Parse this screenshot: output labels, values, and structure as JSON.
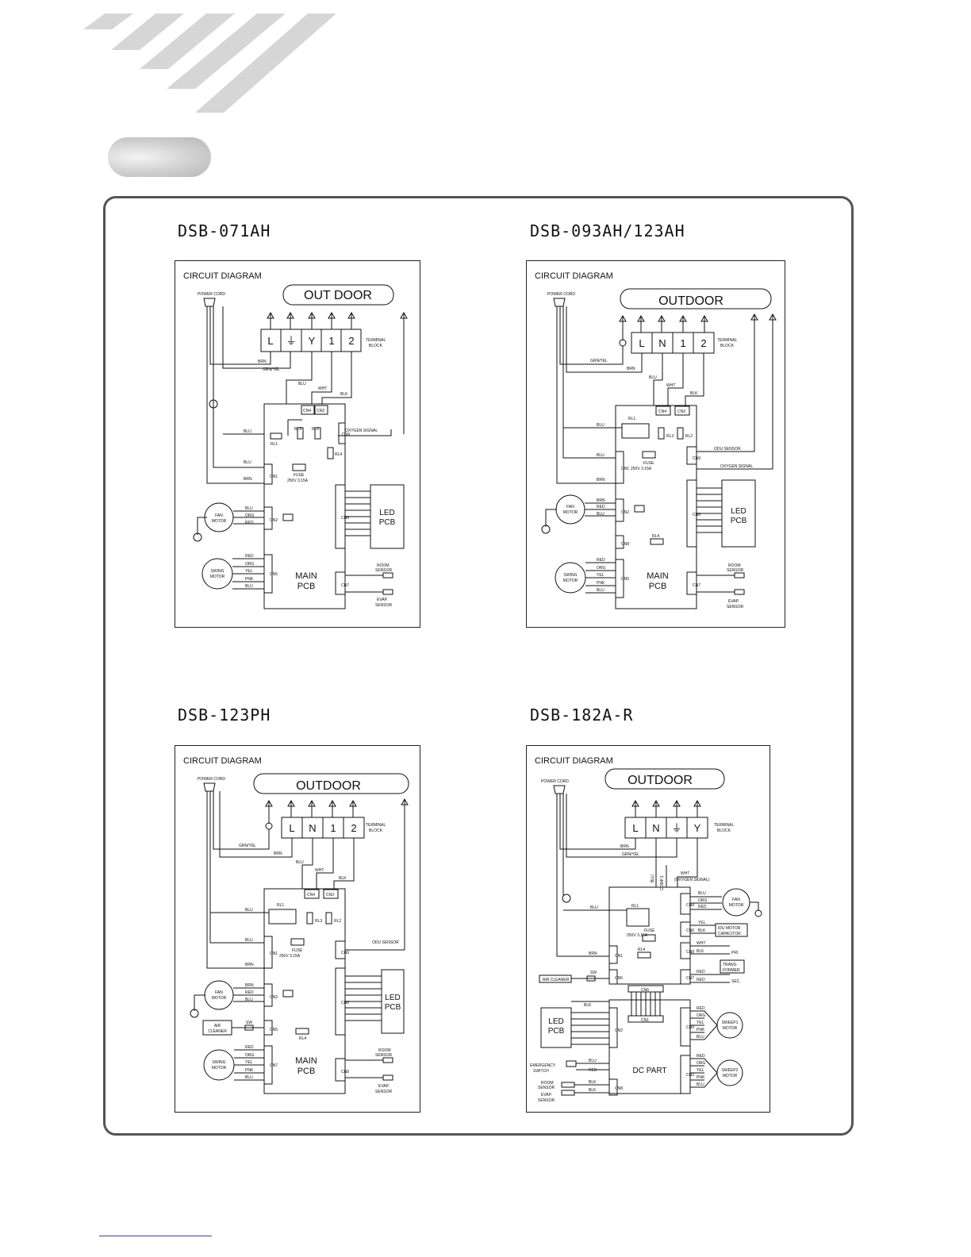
{
  "diagrams": [
    {
      "model": "DSB-071AH",
      "heading": "CIRCUIT DIAGRAM",
      "banner": "OUT DOOR",
      "terminals": [
        "L",
        "⏚",
        "Y",
        "1",
        "2"
      ],
      "terminal_label": [
        "TERMINAL",
        "BLOCK"
      ],
      "power_cord": "POWER CORD",
      "wires": [
        "BRN",
        "GRN/YEL",
        "BLU",
        "WHT",
        "BLK"
      ],
      "connectors": [
        "CN4",
        "CN3",
        "CN1",
        "CN2",
        "CN5",
        "CN6",
        "CN7",
        "CN9"
      ],
      "relays": [
        "RL1",
        "RL3",
        "RL2",
        "RL4"
      ],
      "fuse": [
        "FUSE",
        "250V 3.15A"
      ],
      "signal": "OXYGEN SIGNAL",
      "fan_motor": [
        "FAN",
        "MOTOR"
      ],
      "swing_motor": [
        "SWING",
        "MOTOR"
      ],
      "fan_wires": [
        "BLU",
        "ORG",
        "RED"
      ],
      "swing_wires": [
        "RED",
        "ORG",
        "YEL",
        "PNK",
        "BLU"
      ],
      "led": [
        "LED",
        "PCB"
      ],
      "main": [
        "MAIN",
        "PCB"
      ],
      "room_sensor": [
        "ROOM",
        "SENSOR"
      ],
      "evap_sensor": [
        "EVAP.",
        "SENSOR"
      ]
    },
    {
      "model": "DSB-093AH/123AH",
      "heading": "CIRCUIT DIAGRAM",
      "banner": "OUTDOOR",
      "terminals": [
        "L",
        "N",
        "1",
        "2"
      ],
      "terminal_label": [
        "TERMINAL",
        "BLOCK"
      ],
      "power_cord": "POWER CORD",
      "wires": [
        "GRN/YEL",
        "BRN",
        "BLU",
        "WHT",
        "BLK"
      ],
      "connectors": [
        "CN4",
        "CN3",
        "CN1",
        "CN2",
        "CN5",
        "CN6",
        "CN7",
        "CN8",
        "CN9"
      ],
      "relays": [
        "RL1",
        "RL3",
        "RL2",
        "RL4"
      ],
      "fuse": [
        "FUSE",
        "250V 3.15A"
      ],
      "odu_sensor": "ODU SENSOR",
      "signal": "OXYGEN SIGNAL",
      "fan_motor": [
        "FAN",
        "MOTOR"
      ],
      "swing_motor": [
        "SWING",
        "MOTOR"
      ],
      "fan_wires": [
        "BRN",
        "RED",
        "BLU"
      ],
      "swing_wires": [
        "RED",
        "ORG",
        "YEL",
        "PNK",
        "BLU"
      ],
      "led": [
        "LED",
        "PCB"
      ],
      "main": [
        "MAIN",
        "PCB"
      ],
      "room_sensor": [
        "ROOM",
        "SENSOR"
      ],
      "evap_sensor": [
        "EVAP.",
        "SENSOR"
      ]
    },
    {
      "model": "DSB-123PH",
      "heading": "CIRCUIT DIAGRAM",
      "banner": "OUTDOOR",
      "terminals": [
        "L",
        "N",
        "1",
        "2"
      ],
      "terminal_label": [
        "TERMINAL",
        "BLOCK"
      ],
      "power_cord": "POWER CORD",
      "wires": [
        "GRN/YEL",
        "BRN",
        "BLU",
        "WHT",
        "BLK"
      ],
      "connectors": [
        "CN4",
        "CN3",
        "CN1",
        "CN2",
        "CN5",
        "CN6",
        "CN7",
        "CN8",
        "CN9"
      ],
      "relays": [
        "RL1",
        "RL3",
        "RL2",
        "RL4"
      ],
      "fuse": [
        "FUSE",
        "250V 3.15A"
      ],
      "odu_sensor": "ODU SENSOR",
      "air_cleaner": [
        "AIR",
        "CLEANER"
      ],
      "sw": "SW",
      "fan_motor": [
        "FAN",
        "MOTOR"
      ],
      "swing_motor": [
        "SWING",
        "MOTOR"
      ],
      "fan_wires": [
        "BRN",
        "RED",
        "BLU"
      ],
      "swing_wires": [
        "RED",
        "ORG",
        "YEL",
        "PNK",
        "BLU"
      ],
      "led": [
        "LED",
        "PCB"
      ],
      "main": [
        "MAIN",
        "PCB"
      ],
      "room_sensor": [
        "ROOM",
        "SENSOR"
      ],
      "evap_sensor": [
        "EVAP.",
        "SENSOR"
      ]
    },
    {
      "model": "DSB-182A-R",
      "heading": "CIRCUIT DIAGRAM",
      "banner": "OUTDOOR",
      "terminals": [
        "L",
        "N",
        "⏚",
        "Y"
      ],
      "terminal_label": [
        "TERMINAL",
        "BLOCK"
      ],
      "power_cord": "POWER CORD",
      "wires": [
        "BRN",
        "GRN/YEL",
        "WHT",
        "(OXYGEN SIGNAL)",
        "BLU",
        "COMP.1"
      ],
      "connectors": [
        "CN1",
        "CN2",
        "CN3",
        "CN4",
        "CN5",
        "CN6",
        "CN7",
        "CN8",
        "CN9"
      ],
      "relays": [
        "RL1",
        "RL4"
      ],
      "fuse": [
        "FUSE",
        "250V 3.15A"
      ],
      "fan_motor": [
        "FAN",
        "MOTOR"
      ],
      "fan_wires": [
        "BLU",
        "ORG",
        "RED"
      ],
      "idu_cap": [
        "IDU MOTOR",
        "CAPACITOR"
      ],
      "cap_wires": [
        "YEL",
        "BLK"
      ],
      "transformer": [
        "TRANS-",
        "FORMER"
      ],
      "transformer_wires": [
        "WHT",
        "BLK",
        "RED",
        "RED"
      ],
      "pri": "PRI.",
      "sec": "SEC.",
      "air_cleaner": "AIR CLEANER",
      "sw": "SW",
      "led": [
        "LED",
        "PCB"
      ],
      "dc_part": "DC PART",
      "sweep1": [
        "SWEEP1",
        "MOTOR"
      ],
      "sweep2": [
        "SWEEP2",
        "MOTOR"
      ],
      "sweep_wires": [
        "RED",
        "ORG",
        "YEL",
        "PNK",
        "BLU"
      ],
      "emergency": [
        "EMERGENCY",
        "SWITCH"
      ],
      "room_sensor": [
        "ROOM",
        "SENSOR"
      ],
      "evap_sensor": [
        "EVAP.",
        "SENSOR"
      ],
      "sensor_wires": [
        "BLU",
        "RED",
        "BLK",
        "BLK"
      ]
    }
  ]
}
